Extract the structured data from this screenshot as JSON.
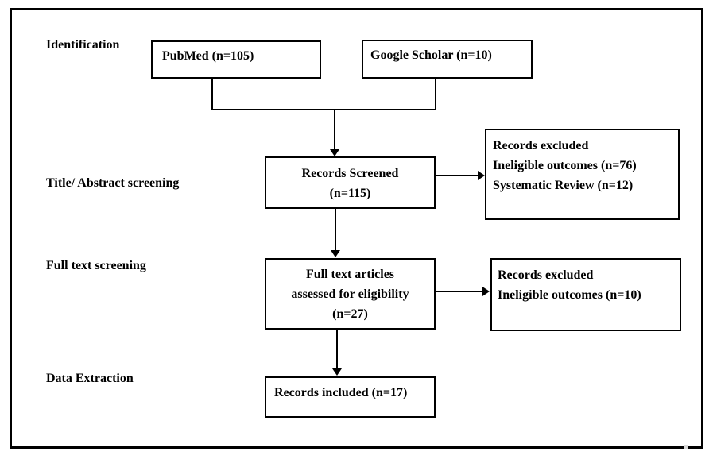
{
  "page": {
    "background_color": "#ffffff",
    "line_color": "#000000",
    "text_color": "#000000"
  },
  "stages": [
    {
      "label": "Identification"
    },
    {
      "label": "Title/ Abstract screening"
    },
    {
      "label": "Full text screening"
    },
    {
      "label": "Data Extraction"
    }
  ],
  "boxes": {
    "pubmed": {
      "lines": [
        "PubMed (n=105)"
      ]
    },
    "google_scholar": {
      "lines": [
        "Google Scholar (n=10)"
      ]
    },
    "records_screened": {
      "lines": [
        "Records Screened",
        "(n=115)"
      ]
    },
    "excluded_screening": {
      "lines": [
        "Records excluded",
        "Ineligible outcomes (n=76)",
        "Systematic Review (n=12)"
      ]
    },
    "full_text_assessed": {
      "lines": [
        "Full text articles",
        "assessed for eligibility",
        "(n=27)"
      ]
    },
    "excluded_full_text": {
      "lines": [
        "Records excluded",
        "Ineligible outcomes (n=10)"
      ]
    },
    "records_included": {
      "lines": [
        "Records included (n=17)"
      ]
    }
  }
}
